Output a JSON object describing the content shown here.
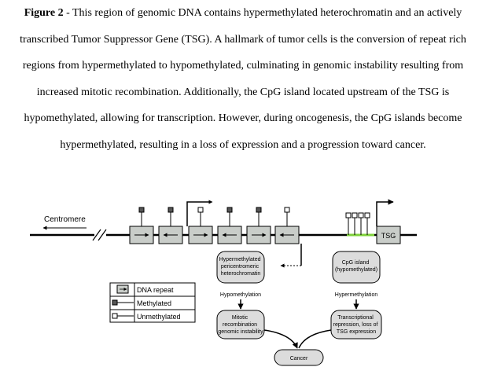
{
  "caption": {
    "label": "Figure 2",
    "text": " - This region of genomic DNA contains hypermethylated heterochromatin and an actively transcribed Tumor Suppressor Gene (TSG). A hallmark of tumor cells is the conversion of repeat rich regions from hypermethylated to hypomethylated, culminating in genomic instability resulting from increased mitotic recombination. Additionally, the CpG island located upstream of the TSG is hypomethylated, allowing for transcription. However, during oncogenesis, the CpG islands become hypermethylated, resulting in a loss of expression and a progression toward cancer."
  },
  "diagram": {
    "centromere_label": "Centromere",
    "tsg_label": "TSG",
    "heterochromatin_box": [
      "Hypermethylated",
      "pericentromeric",
      "heterochromatin"
    ],
    "cpg_box": [
      "CpG island",
      "(hypomethylated)"
    ],
    "hypomethylation_label": "Hypomethylation",
    "hypermethylation_label": "Hypermethylation",
    "mitotic_box": [
      "Mitotic",
      "recombination",
      "genomic instability"
    ],
    "transcriptional_box": [
      "Transcriptional",
      "repression, loss of",
      "TSG expression"
    ],
    "cancer_label": "Cancer",
    "legend": {
      "repeat": "DNA repeat",
      "methylated": "Methylated",
      "unmethylated": "Unmethylated"
    }
  },
  "colors": {
    "repeat_fill": "#c9cdc9",
    "box_fill": "#dcdcdc",
    "cpg_green": "#7ed03a"
  }
}
